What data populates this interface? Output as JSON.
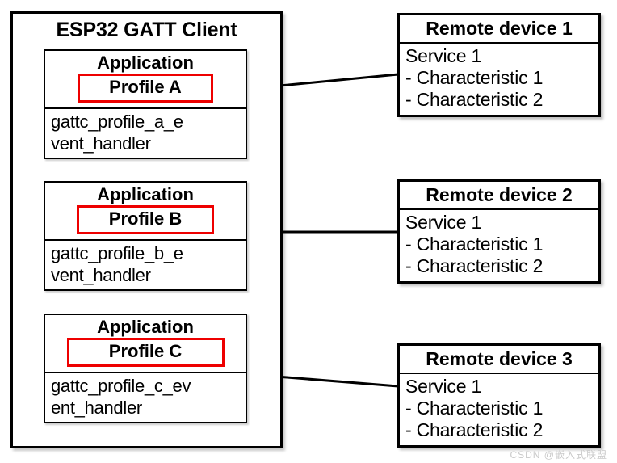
{
  "diagram": {
    "client": {
      "title": "ESP32 GATT Client",
      "applications": [
        {
          "app_label": "Application",
          "profile_label": "Profile A",
          "handler": "gattc_profile_a_e\nvent_handler"
        },
        {
          "app_label": "Application",
          "profile_label": "Profile B",
          "handler": "gattc_profile_b_e\nvent_handler"
        },
        {
          "app_label": "Application",
          "profile_label": "Profile C",
          "handler": "gattc_profile_c_ev\nent_handler"
        }
      ]
    },
    "devices": [
      {
        "title": "Remote device 1",
        "lines": [
          "Service 1",
          "- Characteristic 1",
          "- Characteristic 2"
        ]
      },
      {
        "title": "Remote device 2",
        "lines": [
          "Service 1",
          "- Characteristic 1",
          "- Characteristic 2"
        ]
      },
      {
        "title": "Remote device 3",
        "lines": [
          "Service 1",
          "- Characteristic 1",
          "- Characteristic 2"
        ]
      }
    ],
    "colors": {
      "outline": "#000000",
      "highlight": "#ee0000",
      "background": "#ffffff",
      "watermark": "#c9c9c9"
    },
    "watermark": "CSDN @嵌入式联盟"
  }
}
